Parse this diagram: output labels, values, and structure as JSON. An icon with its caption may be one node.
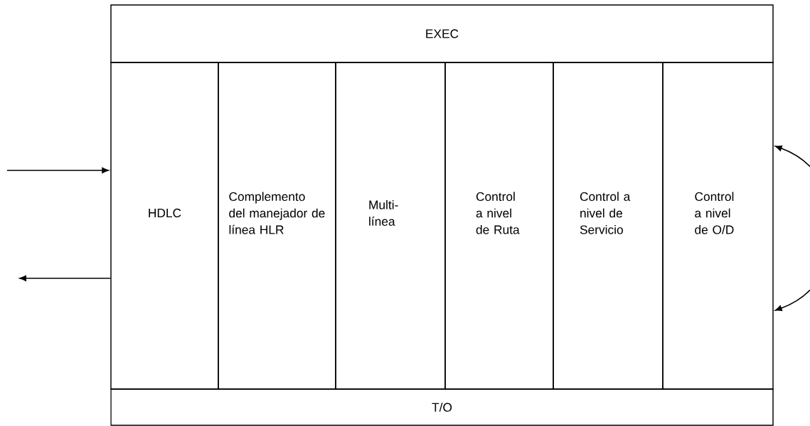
{
  "diagram": {
    "nodes": [
      {
        "text": [
          "EXEC"
        ]
      },
      {
        "text": [
          "HDLC"
        ]
      },
      {
        "text": [
          "Complemento del manejador de línea HLR"
        ]
      },
      {
        "text": [
          "Multi-línea"
        ]
      },
      {
        "text": [
          "Control a nivel de Ruta"
        ]
      },
      {
        "text": [
          "Control a nivel de Servicio"
        ]
      },
      {
        "text": [
          "Control a nivel de O/D"
        ]
      },
      {
        "text": [
          "T/O"
        ]
      }
    ],
    "edges": [
      {
        "from": null,
        "to": 1,
        "arrow": "to"
      },
      {
        "from": 1,
        "to": null,
        "arrow": "to"
      },
      {
        "from": 6,
        "to": 6,
        "arrow": "both"
      }
    ]
  }
}
